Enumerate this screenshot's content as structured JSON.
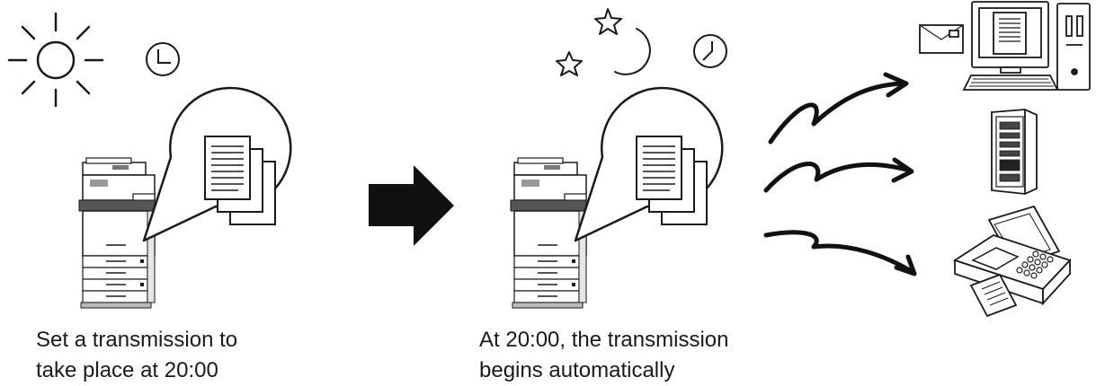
{
  "captions": {
    "before": [
      "Set a transmission to",
      "take place at 20:00"
    ],
    "after": [
      "At 20:00, the transmission",
      "begins automatically"
    ]
  },
  "scenes": {
    "day": {
      "sky": "sun-icon",
      "clock": "clock-icon"
    },
    "night": {
      "sky": "moon-and-stars-icon",
      "clock": "clock-icon"
    }
  },
  "destinations": [
    "computer-icon",
    "server-icon",
    "fax-machine-icon"
  ],
  "colors": {
    "ink": "#1a1a1a",
    "paper": "#ffffff",
    "arrow": "#111111"
  }
}
